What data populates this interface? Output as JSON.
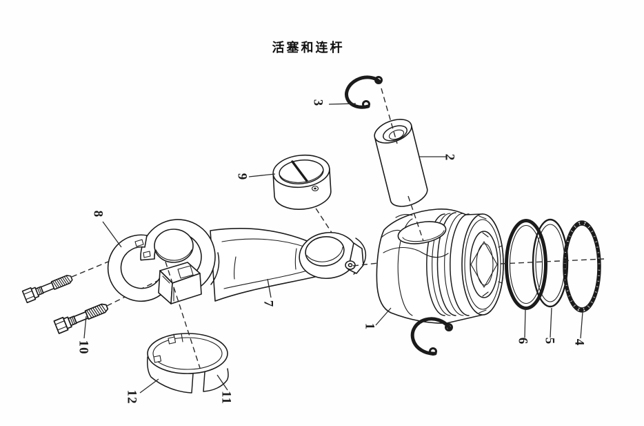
{
  "title": "活塞和连杆",
  "colors": {
    "line": "#1b1b1b",
    "background": "#ffffff"
  },
  "callouts": [
    {
      "num": "1"
    },
    {
      "num": "2"
    },
    {
      "num": "3"
    },
    {
      "num": "4"
    },
    {
      "num": "5"
    },
    {
      "num": "6"
    },
    {
      "num": "7"
    },
    {
      "num": "8"
    },
    {
      "num": "9"
    },
    {
      "num": "10"
    },
    {
      "num": "11"
    },
    {
      "num": "12"
    }
  ]
}
